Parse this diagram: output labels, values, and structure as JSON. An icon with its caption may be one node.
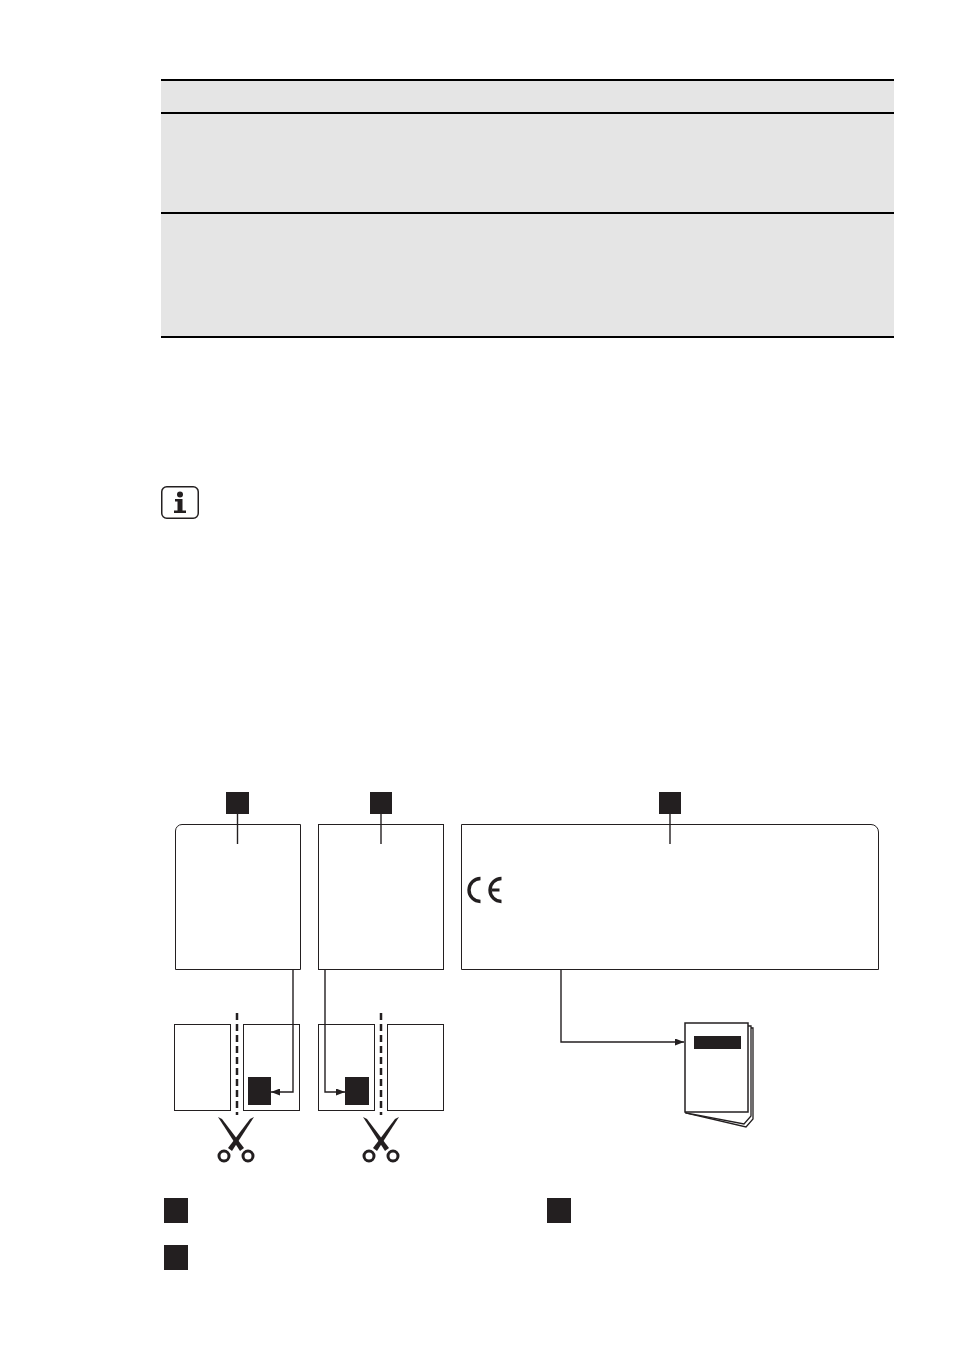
{
  "diagram": {
    "nodes": [
      {
        "text": [],
        "shape": "box"
      },
      {
        "text": [],
        "shape": "box"
      },
      {
        "text": [],
        "shape": "box"
      },
      {
        "text": [],
        "shape": "box"
      },
      {
        "text": [],
        "shape": "box"
      },
      {
        "text": [],
        "shape": "box"
      },
      {
        "text": [],
        "shape": "box"
      },
      {
        "text": [],
        "shape": "box"
      },
      {
        "text": [],
        "shape": "box",
        "in": 7
      },
      {
        "text": [],
        "shape": "box"
      },
      {
        "text": [],
        "shape": "box",
        "in": 9
      },
      {
        "text": [],
        "shape": "box"
      },
      {
        "text": [],
        "shape": "picture"
      },
      {
        "text": [],
        "shape": "box"
      },
      {
        "text": [],
        "shape": "box"
      },
      {
        "text": [],
        "shape": "box"
      }
    ],
    "edges": [
      {
        "from": 0,
        "to": 3,
        "arrow": "none"
      },
      {
        "from": 1,
        "to": 4,
        "arrow": "none"
      },
      {
        "from": 2,
        "to": 5,
        "arrow": "none"
      },
      {
        "from": 3,
        "to": 8,
        "arrow": "to"
      },
      {
        "from": 4,
        "to": 10,
        "arrow": "to"
      },
      {
        "from": 5,
        "to": 12,
        "arrow": "to"
      }
    ]
  }
}
